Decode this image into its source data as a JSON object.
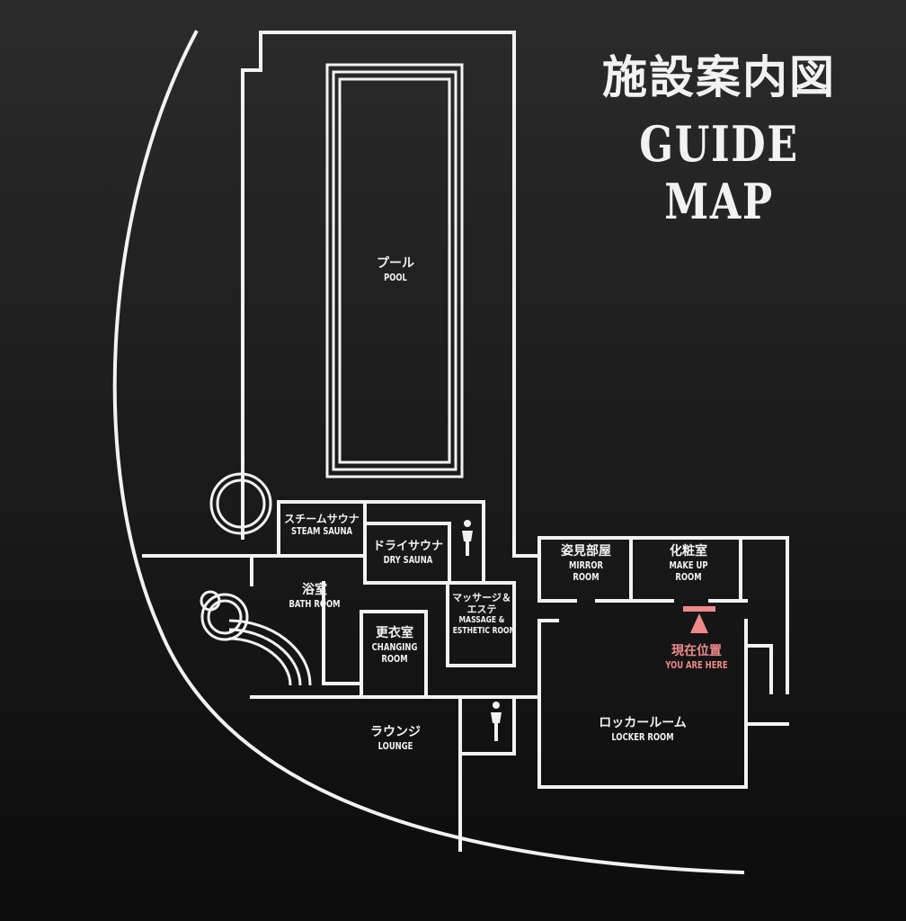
{
  "header": {
    "title_jp": "施設案内図",
    "title_en": "GUIDE MAP"
  },
  "rooms": {
    "pool": {
      "jp": "プール",
      "en": "POOL"
    },
    "steam_sauna": {
      "jp": "スチームサウナ",
      "en": "STEAM SAUNA"
    },
    "dry_sauna": {
      "jp": "ドライサウナ",
      "en": "DRY SAUNA"
    },
    "bath_room": {
      "jp": "浴室",
      "en": "BATH ROOM"
    },
    "changing_room": {
      "jp": "更衣室",
      "en1": "CHANGING",
      "en2": "ROOM"
    },
    "massage": {
      "jp1": "マッサージ＆",
      "jp2": "エステ",
      "en1": "MASSAGE &",
      "en2": "ESTHETIC ROOM"
    },
    "mirror_room": {
      "jp": "姿見部屋",
      "en1": "MIRROR",
      "en2": "ROOM"
    },
    "make_up": {
      "jp": "化粧室",
      "en1": "MAKE UP",
      "en2": "ROOM"
    },
    "lounge": {
      "jp": "ラウンジ",
      "en": "LOUNGE"
    },
    "locker_room": {
      "jp": "ロッカールーム",
      "en": "LOCKER ROOM"
    }
  },
  "you_are_here": {
    "jp": "現在位置",
    "en": "YOU ARE HERE",
    "color": "#f08a8a"
  },
  "icons": [
    "female-toilet-icon",
    "female-toilet-icon",
    "you-are-here-marker-icon"
  ],
  "colors": {
    "background": "#1c1c1c",
    "lines": "#f2f2f2",
    "highlight": "#f08a8a"
  }
}
